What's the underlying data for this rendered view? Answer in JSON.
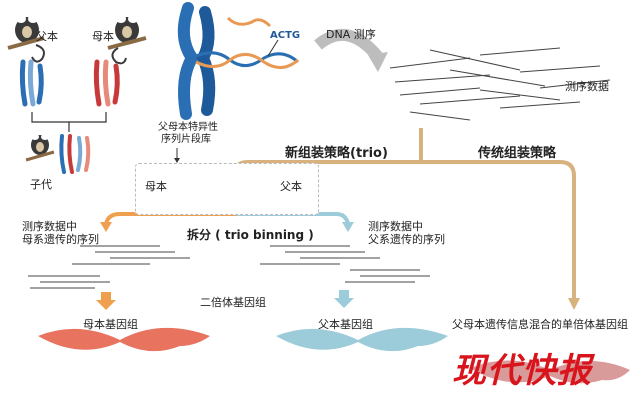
{
  "labels": {
    "father": "父本",
    "mother": "母本",
    "offspring": "子代",
    "dna_seq": "DNA 测序",
    "seq_data": "测序数据",
    "parent_lib_line1": "父母本特异性",
    "parent_lib_line2": "序列片段库",
    "new_strategy": "新组装策略(trio)",
    "traditional_strategy": "传统组装策略",
    "lib_mother": "母本",
    "lib_father": "父本",
    "maternal_reads_line1": "测序数据中",
    "maternal_reads_line2": "母系遗传的序列",
    "paternal_reads_line1": "测序数据中",
    "paternal_reads_line2": "父系遗传的序列",
    "binning": "拆分 ( trio binning )",
    "diploid": "二倍体基因组",
    "maternal_genome": "母本基因组",
    "paternal_genome": "父本基因组",
    "mixed_genome": "父母本遗传信息混合的单倍体基因组",
    "dna_letters": "ACTG",
    "watermark": "现代快报"
  },
  "colors": {
    "maternal": "#e8735e",
    "paternal": "#9ccbd9",
    "strategy_arrow": "#d7b27e",
    "blue_chrom": "#2a6fb3",
    "red_chrom": "#c83a3a"
  }
}
